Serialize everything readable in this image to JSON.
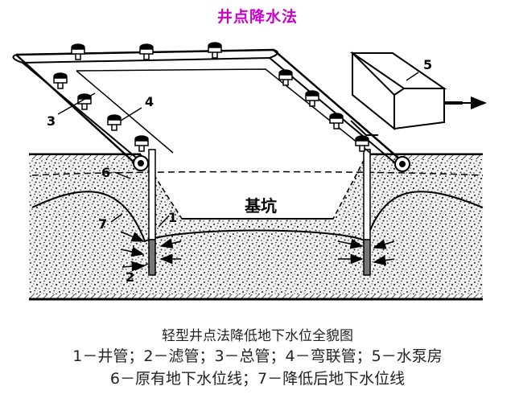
{
  "title": "井点降水法",
  "figure": {
    "pit_label": "基坑",
    "numbers": {
      "n1": "1",
      "n2": "2",
      "n3": "3",
      "n4": "4",
      "n5": "5",
      "n6": "6",
      "n7": "7"
    }
  },
  "caption": {
    "line1": "轻型井点法降低地下水位全貌图",
    "line2": "1－井管；2－滤管；3－总管；4－弯联管；5－水泵房",
    "line3": "6－原有地下水位线；7－降低后地下水位线"
  }
}
